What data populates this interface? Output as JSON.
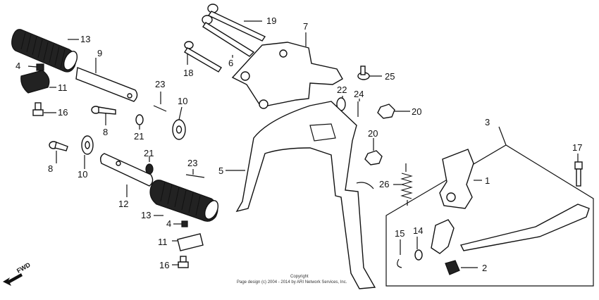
{
  "labels": {
    "l1": "1",
    "l2": "2",
    "l3": "3",
    "l4a": "4",
    "l4b": "4",
    "l5": "5",
    "l6": "6",
    "l7": "7",
    "l8a": "8",
    "l8b": "8",
    "l9": "9",
    "l10a": "10",
    "l10b": "10",
    "l11a": "11",
    "l11b": "11",
    "l12": "12",
    "l13a": "13",
    "l13b": "13",
    "l14": "14",
    "l15": "15",
    "l16a": "16",
    "l16b": "16",
    "l17": "17",
    "l18": "18",
    "l19": "19",
    "l20a": "20",
    "l20b": "20",
    "l21a": "21",
    "l21b": "21",
    "l22": "22",
    "l23a": "23",
    "l23b": "23",
    "l24": "24",
    "l25": "25",
    "l26": "26"
  },
  "fwd_label": "FWD",
  "copyright": {
    "line1": "Copyright",
    "line2": "Page design (c) 2004 - 2014 by ARI Network Services, Inc."
  }
}
